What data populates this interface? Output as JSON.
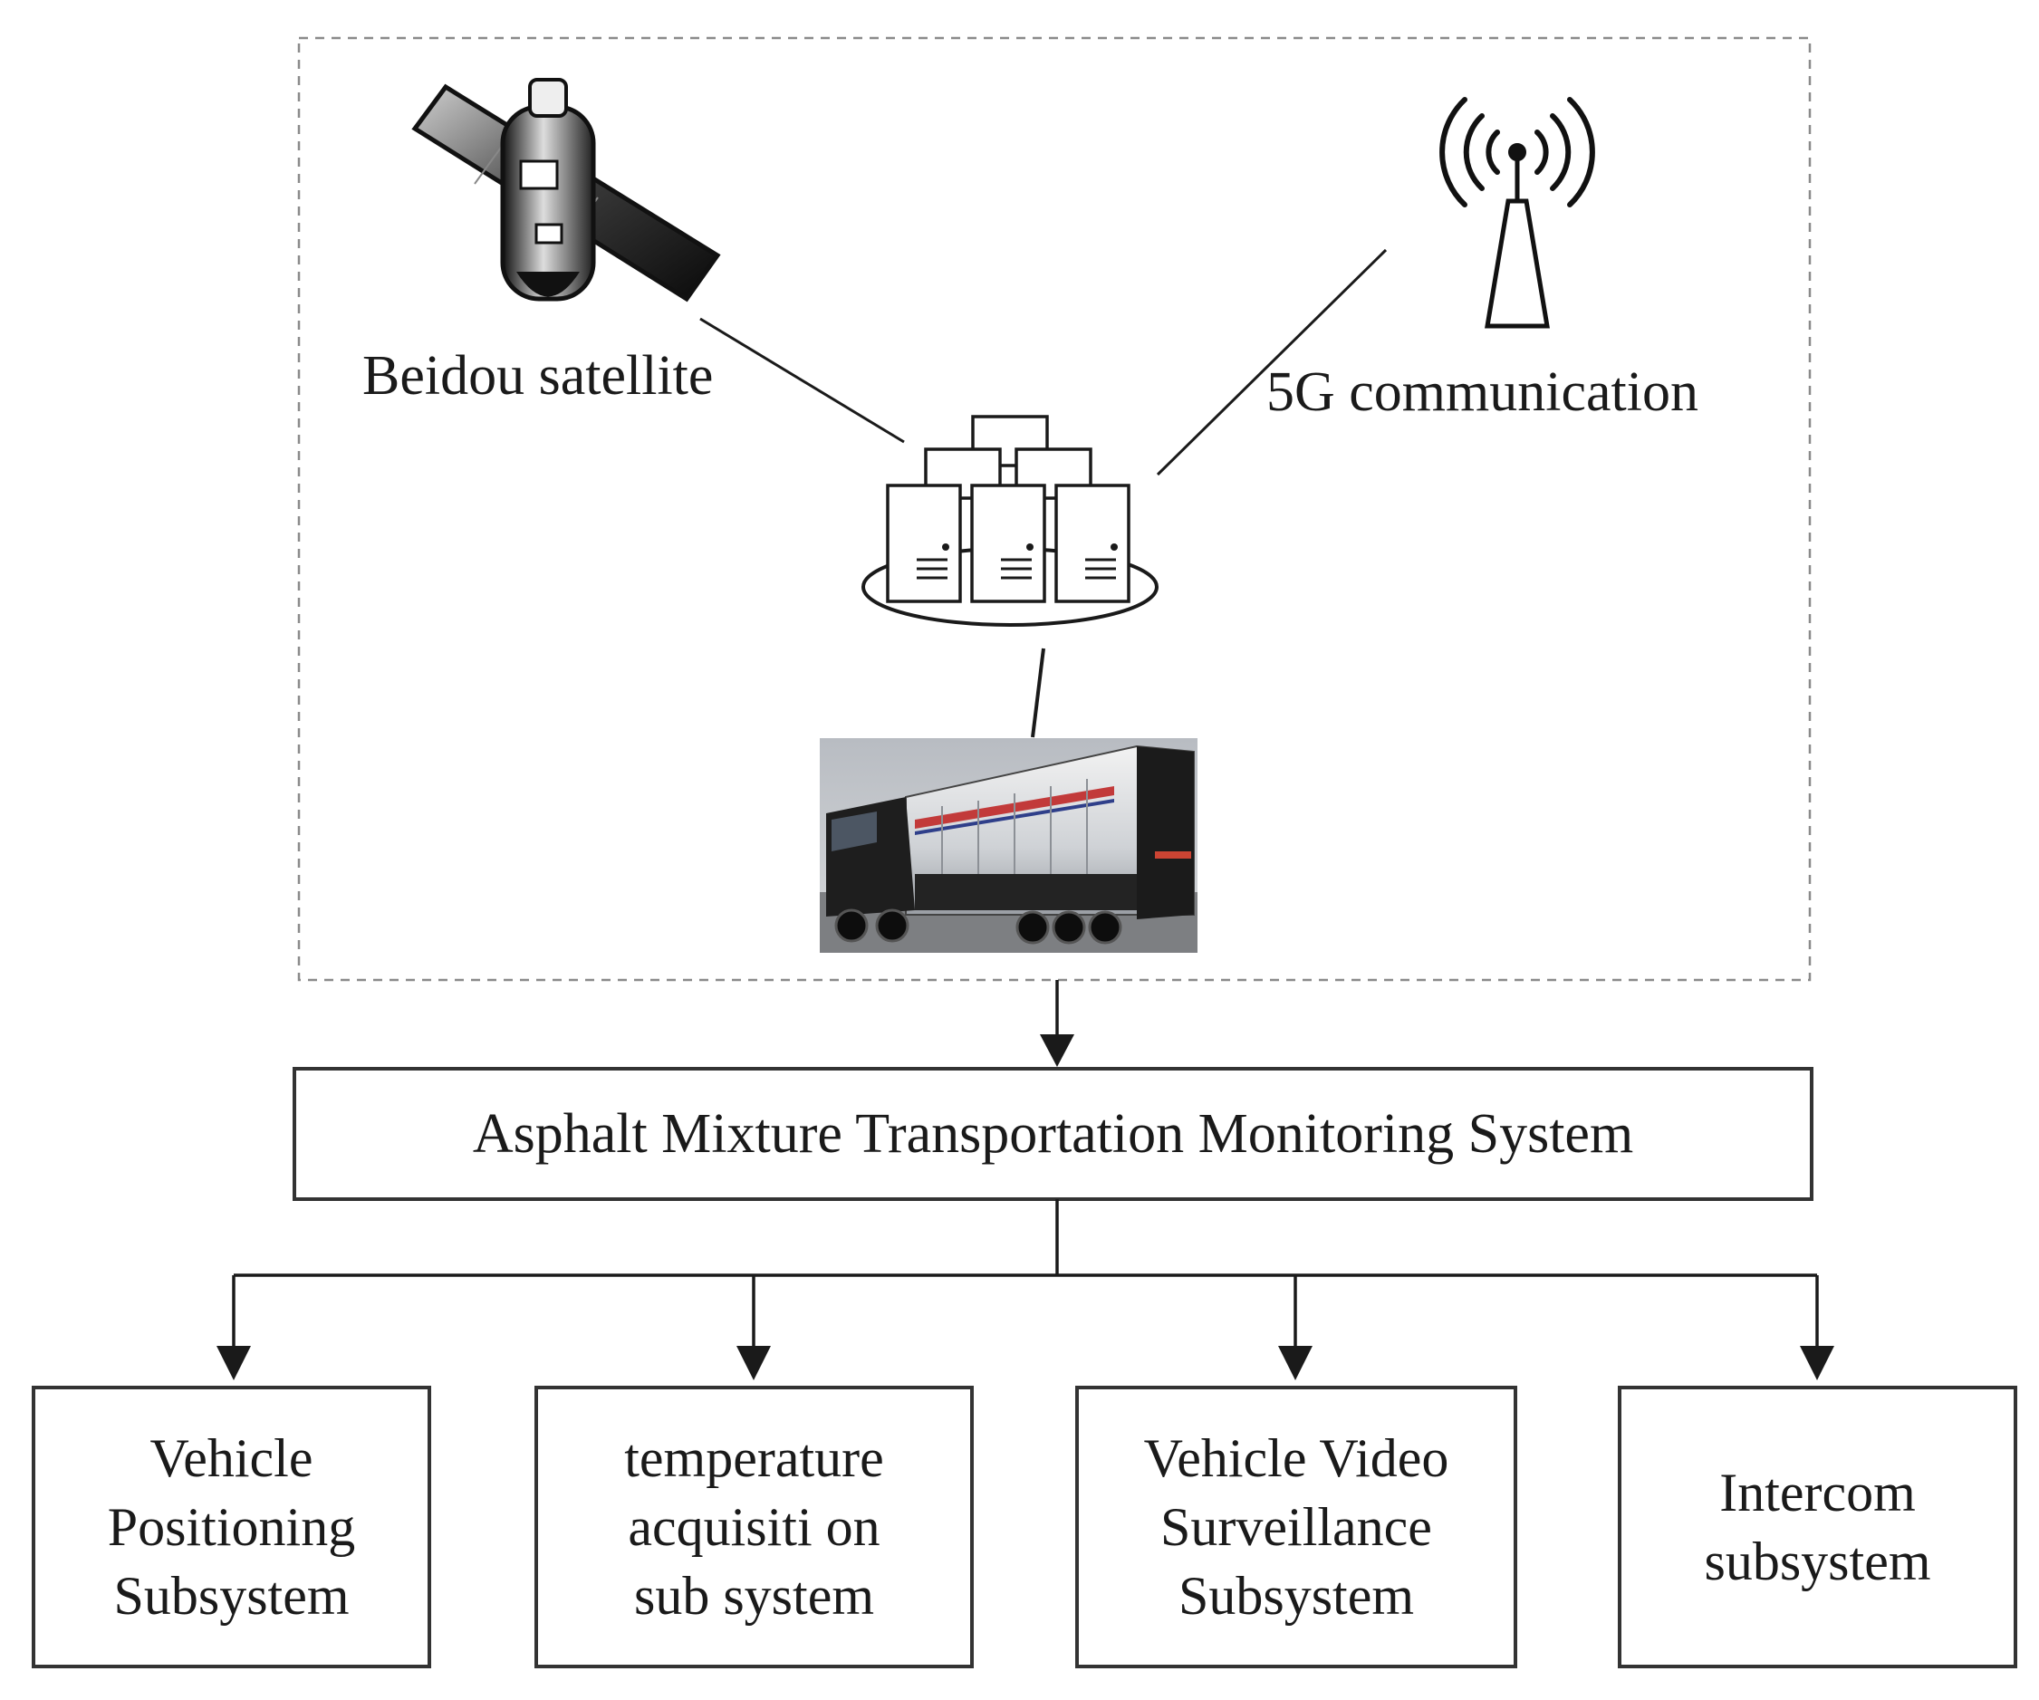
{
  "network": {
    "satellite_label": "Beidou satellite",
    "comm_label": "5G communication"
  },
  "system": {
    "title": "Asphalt Mixture Transportation Monitoring System"
  },
  "subsystems": [
    {
      "lines": [
        "Vehicle",
        "Positioning",
        "Subsystem"
      ]
    },
    {
      "lines": [
        "temperature",
        "acquisiti on",
        "sub system"
      ]
    },
    {
      "lines": [
        "Vehicle Video",
        "Surveillance",
        "Subsystem"
      ]
    },
    {
      "lines": [
        "Intercom",
        "subsystem"
      ]
    }
  ],
  "icons": {
    "satellite": "satellite-icon",
    "tower": "signal-tower-icon",
    "servers": "server-cluster-icon",
    "truck": "asphalt-truck-image"
  },
  "colors": {
    "line": "#1a1a1a",
    "dashed_border": "#8a8a8a",
    "background": "#ffffff"
  }
}
